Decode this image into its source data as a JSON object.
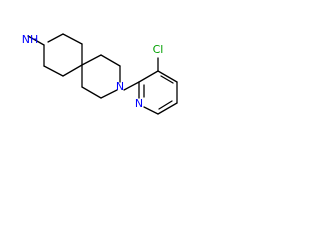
{
  "atoms": {
    "nh": {
      "text": "NH",
      "color": "#0000ff"
    },
    "n_pip": {
      "text": "N",
      "color": "#0000ff"
    },
    "n_pyr": {
      "text": "N",
      "color": "#0000ff"
    },
    "cl": {
      "text": "Cl",
      "color": "#00a000"
    }
  }
}
